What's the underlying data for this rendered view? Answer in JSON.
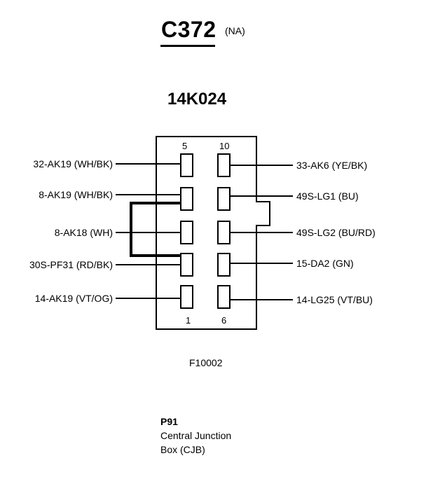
{
  "header": {
    "connector_id": "C372",
    "region_note": "(NA)",
    "part_number": "14K024"
  },
  "connector": {
    "pin_numbers": {
      "top_left": "5",
      "top_right": "10",
      "bottom_left": "1",
      "bottom_right": "6"
    },
    "left_wires": [
      "32-AK19 (WH/BK)",
      "8-AK19 (WH/BK)",
      "8-AK18 (WH)",
      "30S-PF31 (RD/BK)",
      "14-AK19 (VT/OG)"
    ],
    "right_wires": [
      "33-AK6 (YE/BK)",
      "49S-LG1 (BU)",
      "49S-LG2 (BU/RD)",
      "15-DA2 (GN)",
      "14-LG25 (VT/BU)"
    ]
  },
  "figure_code": "F10002",
  "footer": {
    "code": "P91",
    "line1": "Central Junction",
    "line2": "Box (CJB)"
  }
}
